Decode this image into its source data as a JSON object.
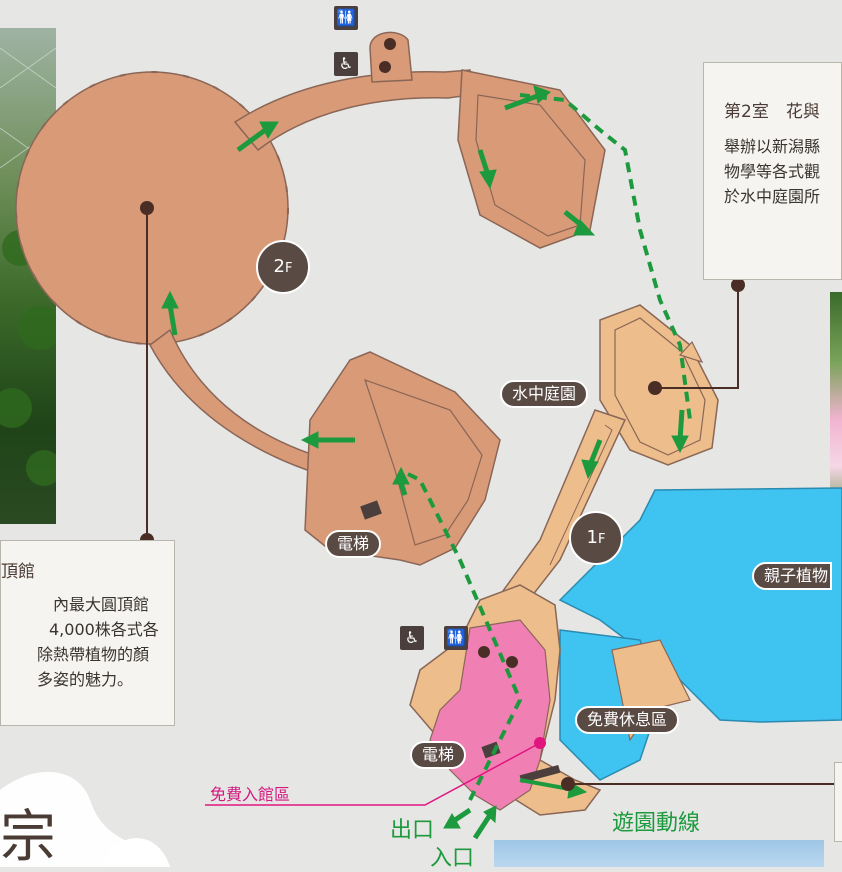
{
  "map": {
    "floor_2": "2",
    "floor_1": "1",
    "floor_suffix": "F"
  },
  "labels": {
    "water_garden": "水中庭園",
    "elevator_upper": "電梯",
    "elevator_lower": "電梯",
    "family_plant": "親子植物",
    "free_rest_area": "免費休息區",
    "free_entry_zone": "免費入館區",
    "exit": "出口",
    "entrance": "入口",
    "route": "遊園動線",
    "decor_char": "宗"
  },
  "room2_box": {
    "title": "第2室　花與",
    "lines": [
      "舉辦以新潟縣",
      "物學等各式觀",
      "於水中庭園所"
    ]
  },
  "dome_box": {
    "title": "頂館",
    "lines": [
      "內最大圓頂館",
      "4,000株各式各",
      "除熱帶植物的顏",
      "多姿的魅力。"
    ]
  },
  "icons": {
    "restroom": "restroom-icon",
    "wheelchair": "wheelchair-icon",
    "elevator": "elevator-icon"
  },
  "colors": {
    "upper_floor": "#d99a77",
    "ground_floor": "#edbe8c",
    "free_zone": "#f080b4",
    "family_zone": "#3fc4f2",
    "route": "#1e9a3e",
    "pin": "#4a2e26",
    "pink_label": "#d4187f"
  }
}
